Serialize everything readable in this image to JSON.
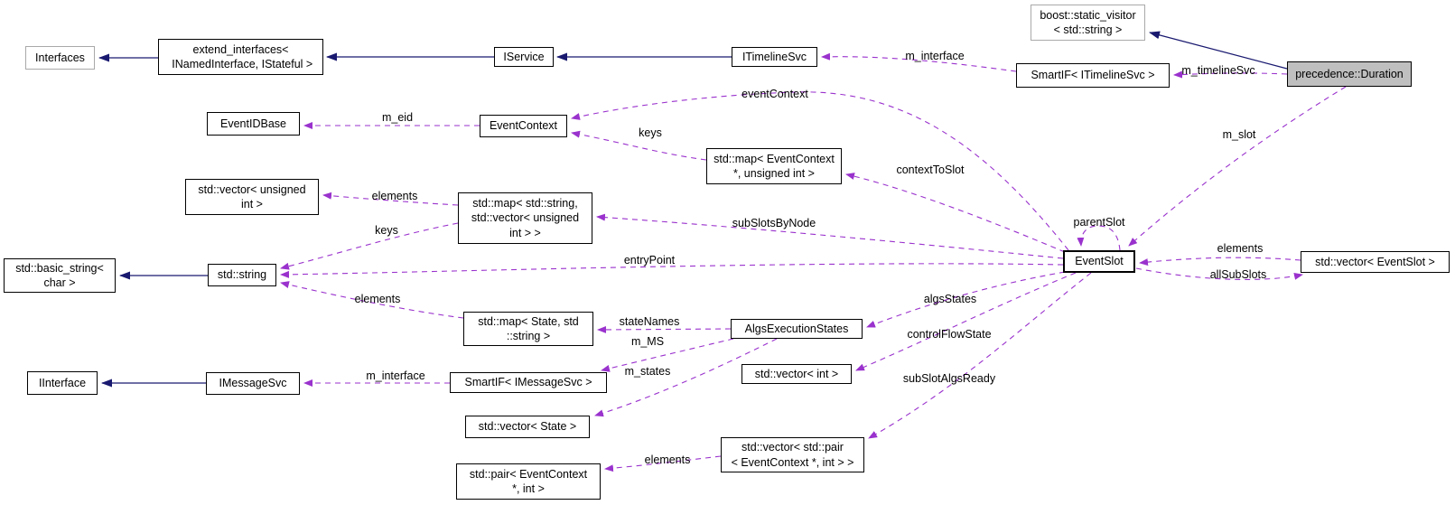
{
  "diagram": {
    "type": "doxygen-collaboration-diagram",
    "focus_class": "precedence::Duration",
    "colors": {
      "inheritance_edge": "#191970",
      "usage_edge": "#9a32cd",
      "node_border": "#000000",
      "external_node_border": "#a9a9a9",
      "node_fill": "#ffffff",
      "focus_node_fill": "#bfbfbf",
      "background": "#ffffff"
    },
    "nodes": [
      {
        "id": "interfaces",
        "label": "Interfaces"
      },
      {
        "id": "extend-interfaces",
        "label": "extend_interfaces<\n INamedInterface, IStateful >"
      },
      {
        "id": "iservice",
        "label": "IService"
      },
      {
        "id": "itimelinesvc",
        "label": "ITimelineSvc"
      },
      {
        "id": "boost-static-visitor",
        "label": "boost::static_visitor\n< std::string >"
      },
      {
        "id": "smartif-itimelinesvc",
        "label": "SmartIF< ITimelineSvc >"
      },
      {
        "id": "precedence-duration",
        "label": "precedence::Duration"
      },
      {
        "id": "eventidbase",
        "label": "EventIDBase"
      },
      {
        "id": "eventcontext",
        "label": "EventContext"
      },
      {
        "id": "map-eventcontext-uint",
        "label": "std::map< EventContext\n*, unsigned int >"
      },
      {
        "id": "vector-unsigned-int",
        "label": "std::vector< unsigned\nint >"
      },
      {
        "id": "map-string-vector",
        "label": "std::map< std::string,\nstd::vector< unsigned\nint > >"
      },
      {
        "id": "basic-string-char",
        "label": "std::basic_string<\nchar >"
      },
      {
        "id": "std-string",
        "label": "std::string"
      },
      {
        "id": "map-state-string",
        "label": "std::map< State, std\n::string >"
      },
      {
        "id": "algsexecutionstates",
        "label": "AlgsExecutionStates"
      },
      {
        "id": "smartif-imessagesvc",
        "label": "SmartIF< IMessageSvc >"
      },
      {
        "id": "vector-int",
        "label": "std::vector< int >"
      },
      {
        "id": "vector-state",
        "label": "std::vector< State >"
      },
      {
        "id": "iinterface",
        "label": "IInterface"
      },
      {
        "id": "imessagesvc",
        "label": "IMessageSvc"
      },
      {
        "id": "pair-eventcontext-int",
        "label": "std::pair< EventContext\n*, int >"
      },
      {
        "id": "vector-pair",
        "label": "std::vector< std::pair\n< EventContext *, int > >"
      },
      {
        "id": "eventslot",
        "label": "EventSlot"
      },
      {
        "id": "vector-eventslot",
        "label": "std::vector< EventSlot >"
      }
    ],
    "edge_labels": [
      {
        "id": "m-interface-top",
        "text": "m_interface"
      },
      {
        "id": "m-timelinesvc",
        "text": "m_timelineSvc"
      },
      {
        "id": "m-slot",
        "text": "m_slot"
      },
      {
        "id": "eventcontext",
        "text": "eventContext"
      },
      {
        "id": "keys-upper",
        "text": "keys"
      },
      {
        "id": "m-eid",
        "text": "m_eid"
      },
      {
        "id": "contexttoslot",
        "text": "contextToSlot"
      },
      {
        "id": "elements-vec-uint",
        "text": "elements"
      },
      {
        "id": "keys-lower",
        "text": "keys"
      },
      {
        "id": "subslotsbynode",
        "text": "subSlotsByNode"
      },
      {
        "id": "entrypoint",
        "text": "entryPoint"
      },
      {
        "id": "elements-string",
        "text": "elements"
      },
      {
        "id": "statenames",
        "text": "stateNames"
      },
      {
        "id": "m-ms",
        "text": "m_MS"
      },
      {
        "id": "m-states",
        "text": "m_states"
      },
      {
        "id": "m-interface-bottom",
        "text": "m_interface"
      },
      {
        "id": "algsstates",
        "text": "algsStates"
      },
      {
        "id": "controlflowstate",
        "text": "controlFlowState"
      },
      {
        "id": "subslotalgsready",
        "text": "subSlotAlgsReady"
      },
      {
        "id": "parentslot",
        "text": "parentSlot"
      },
      {
        "id": "elements-eventslot",
        "text": "elements"
      },
      {
        "id": "allsubslots",
        "text": "allSubSlots"
      },
      {
        "id": "elements-pair",
        "text": "elements"
      }
    ]
  }
}
